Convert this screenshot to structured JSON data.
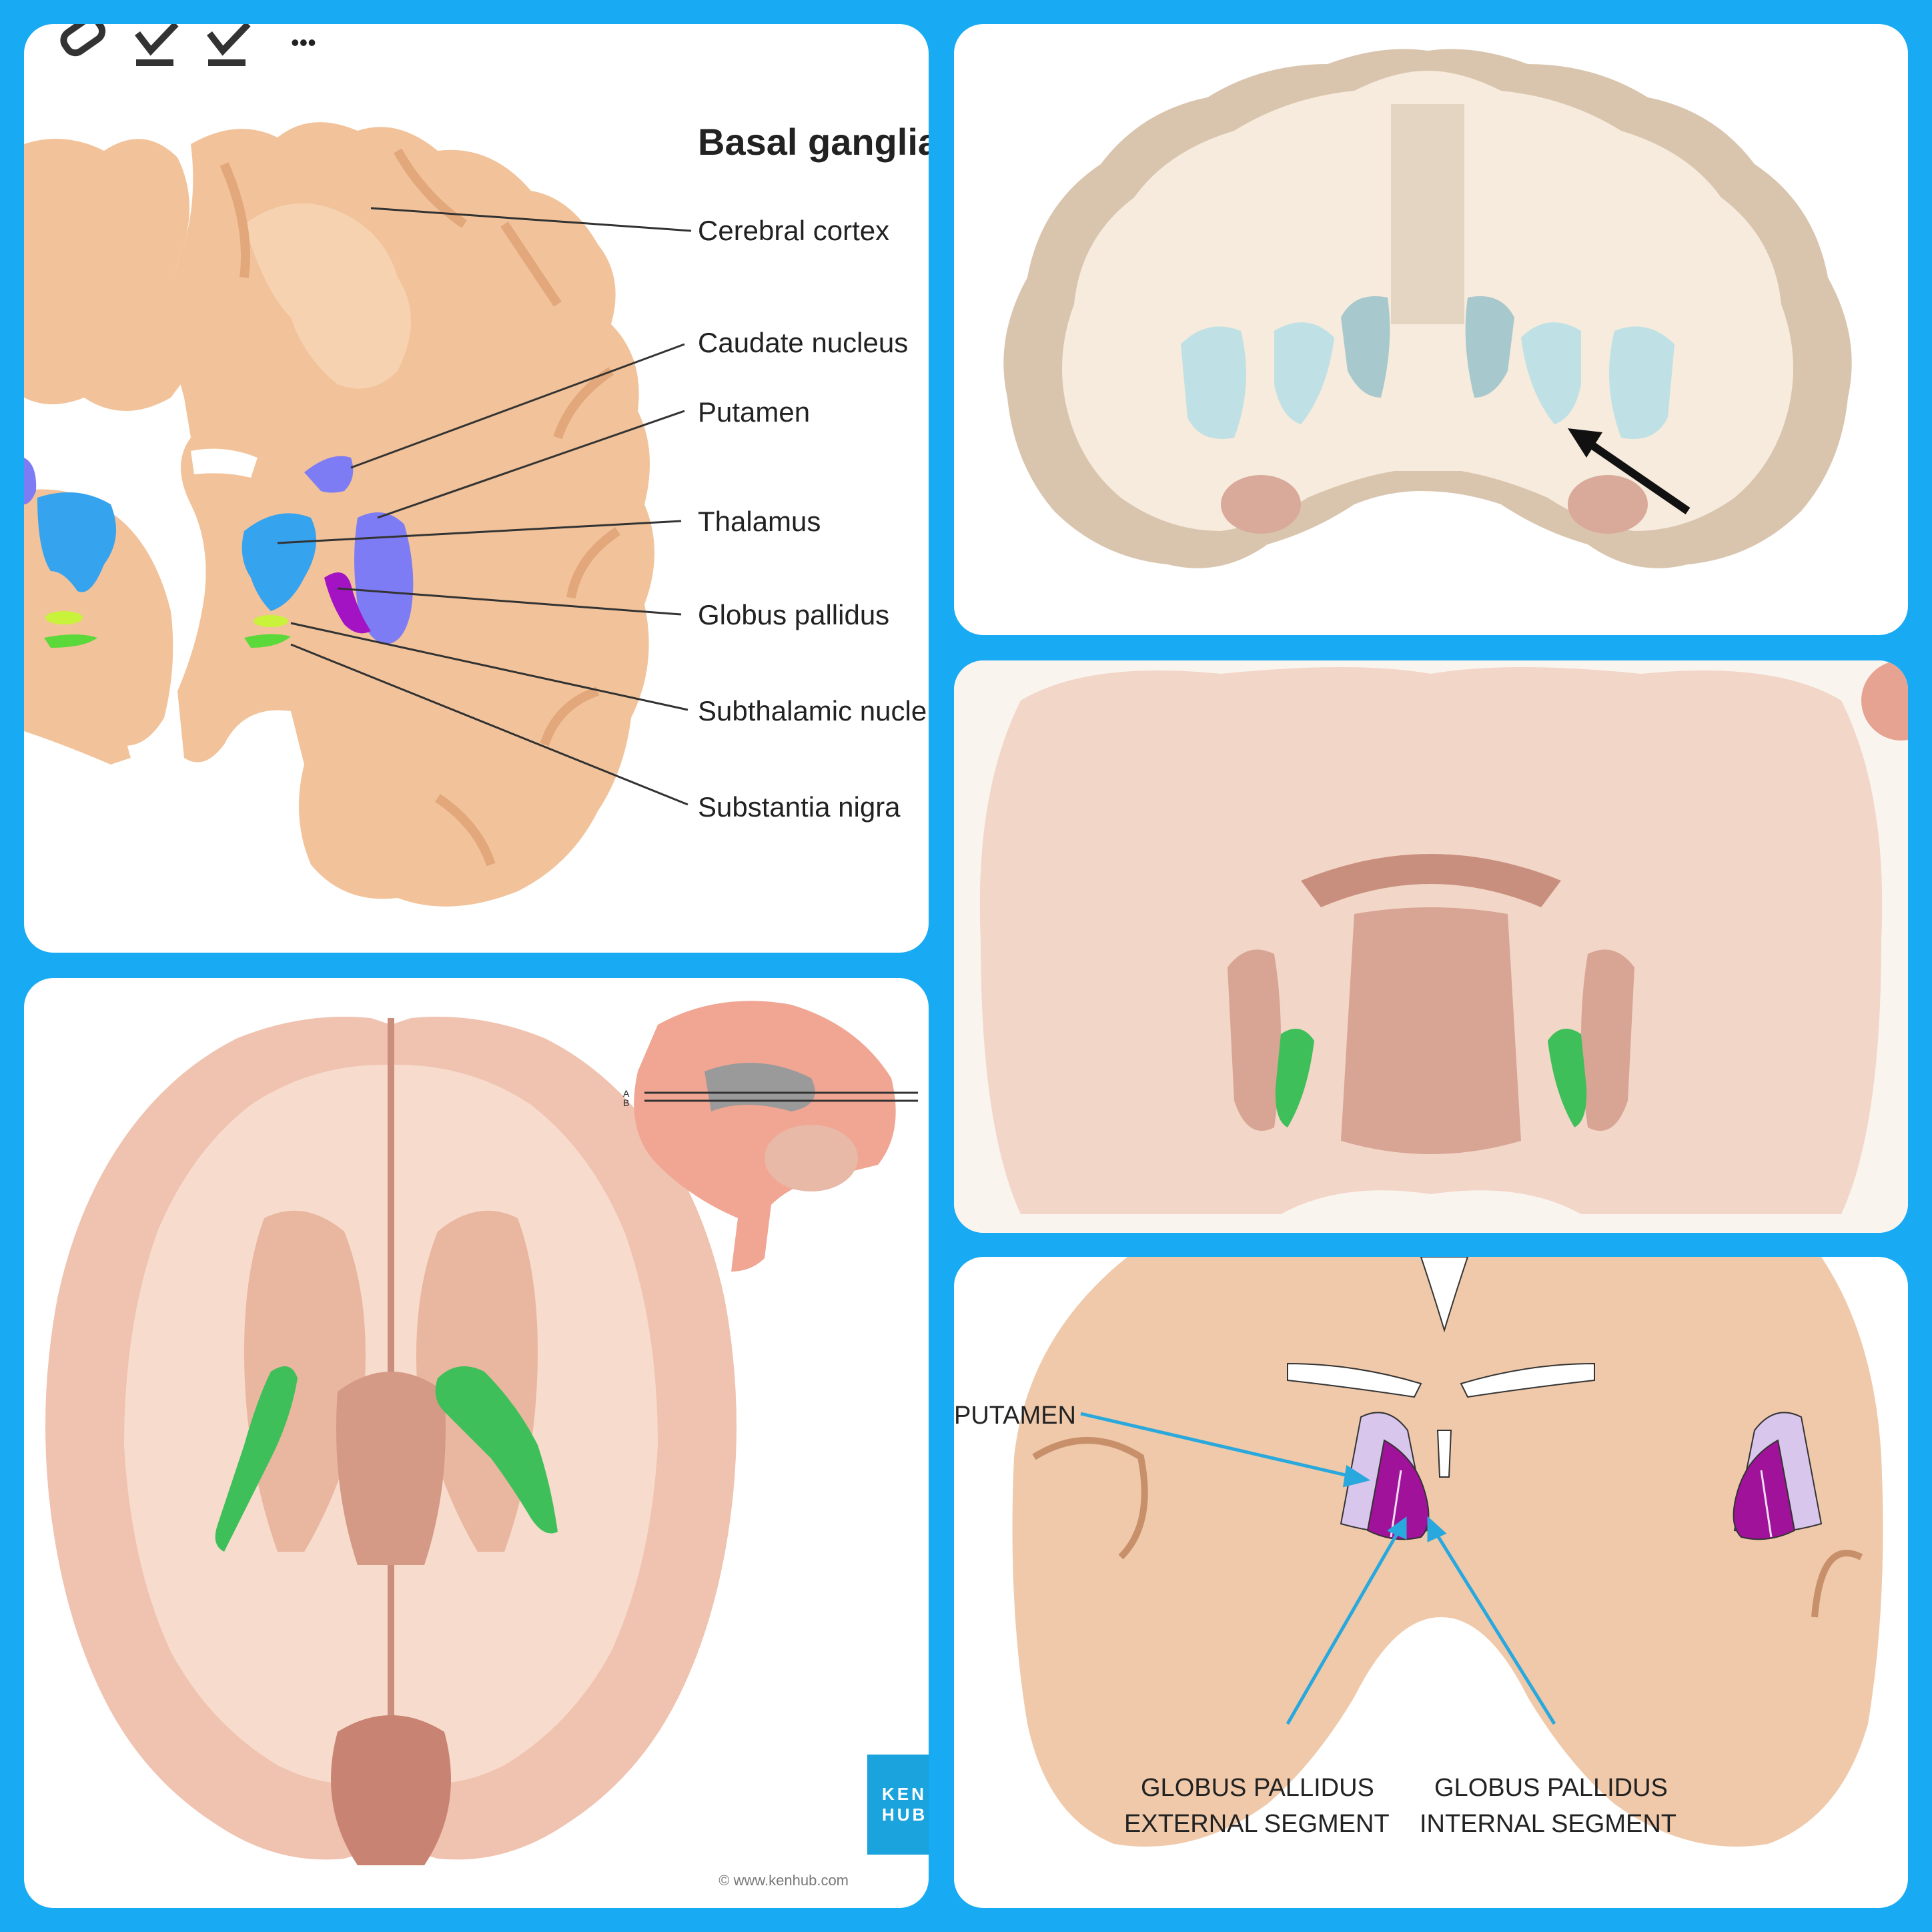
{
  "toolbar": {
    "more_glyph": "•••",
    "icons": [
      "pencil-icon",
      "check-icon",
      "check-icon"
    ]
  },
  "basal_panel": {
    "title": "Basal ganglia",
    "labels": {
      "cortex": "Cerebral cortex",
      "caudate": "Caudate nucleus",
      "putamen": "Putamen",
      "thalamus": "Thalamus",
      "globus": "Globus pallidus",
      "subthalamic": "Subthalamic nucle",
      "nigra": "Substantia nigra"
    },
    "colors": {
      "brain": "#f2c39a",
      "brain_dark": "#e2a77a",
      "caudate": "#7d7cf5",
      "thalamus": "#36a3ee",
      "globus": "#a313c4",
      "subthalamic": "#c9f23b",
      "nigra": "#5bd83a"
    }
  },
  "axial_panel": {
    "label_a": "A",
    "label_b": "B",
    "inset_a": "A",
    "inset_b": "B",
    "url": "© www.kenhub.com",
    "badge_line1": "KEN",
    "badge_line2": "HUB",
    "highlight_color": "#3fbf5a"
  },
  "lower_right_panel": {
    "putamen": "PUTAMEN",
    "gpe_line1": "GLOBUS PALLIDUS",
    "gpe_line2": "EXTERNAL SEGMENT",
    "gpi_line1": "GLOBUS PALLIDUS",
    "gpi_line2": "INTERNAL SEGMENT",
    "colors": {
      "putamen": "#d9c6ec",
      "gp": "#a0129a",
      "arrow": "#29a8dd"
    }
  }
}
